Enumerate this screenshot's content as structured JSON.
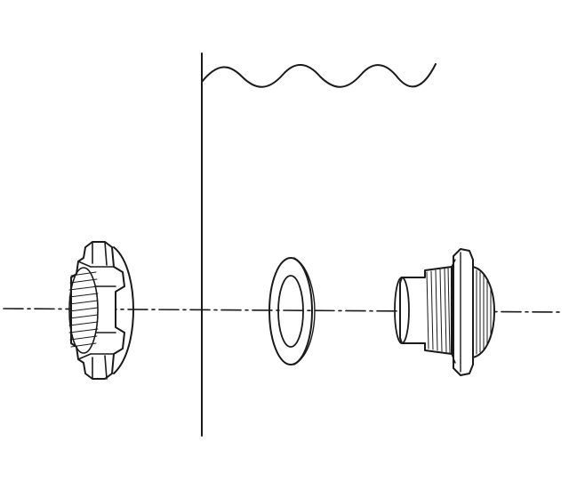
{
  "diagram": {
    "kind": "exploded-assembly",
    "components": [
      {
        "id": "lock-nut",
        "icon": "threaded-nut-icon"
      },
      {
        "id": "tank-wall",
        "icon": "wall-section-icon"
      },
      {
        "id": "sealing-gasket",
        "icon": "ring-gasket-icon"
      },
      {
        "id": "bulkhead-fitting",
        "icon": "threaded-flange-fitting-icon"
      }
    ],
    "axis_style": "dash-dot centerline",
    "colors": {
      "ink": "#1a1a1a",
      "paper": "#ffffff"
    }
  }
}
